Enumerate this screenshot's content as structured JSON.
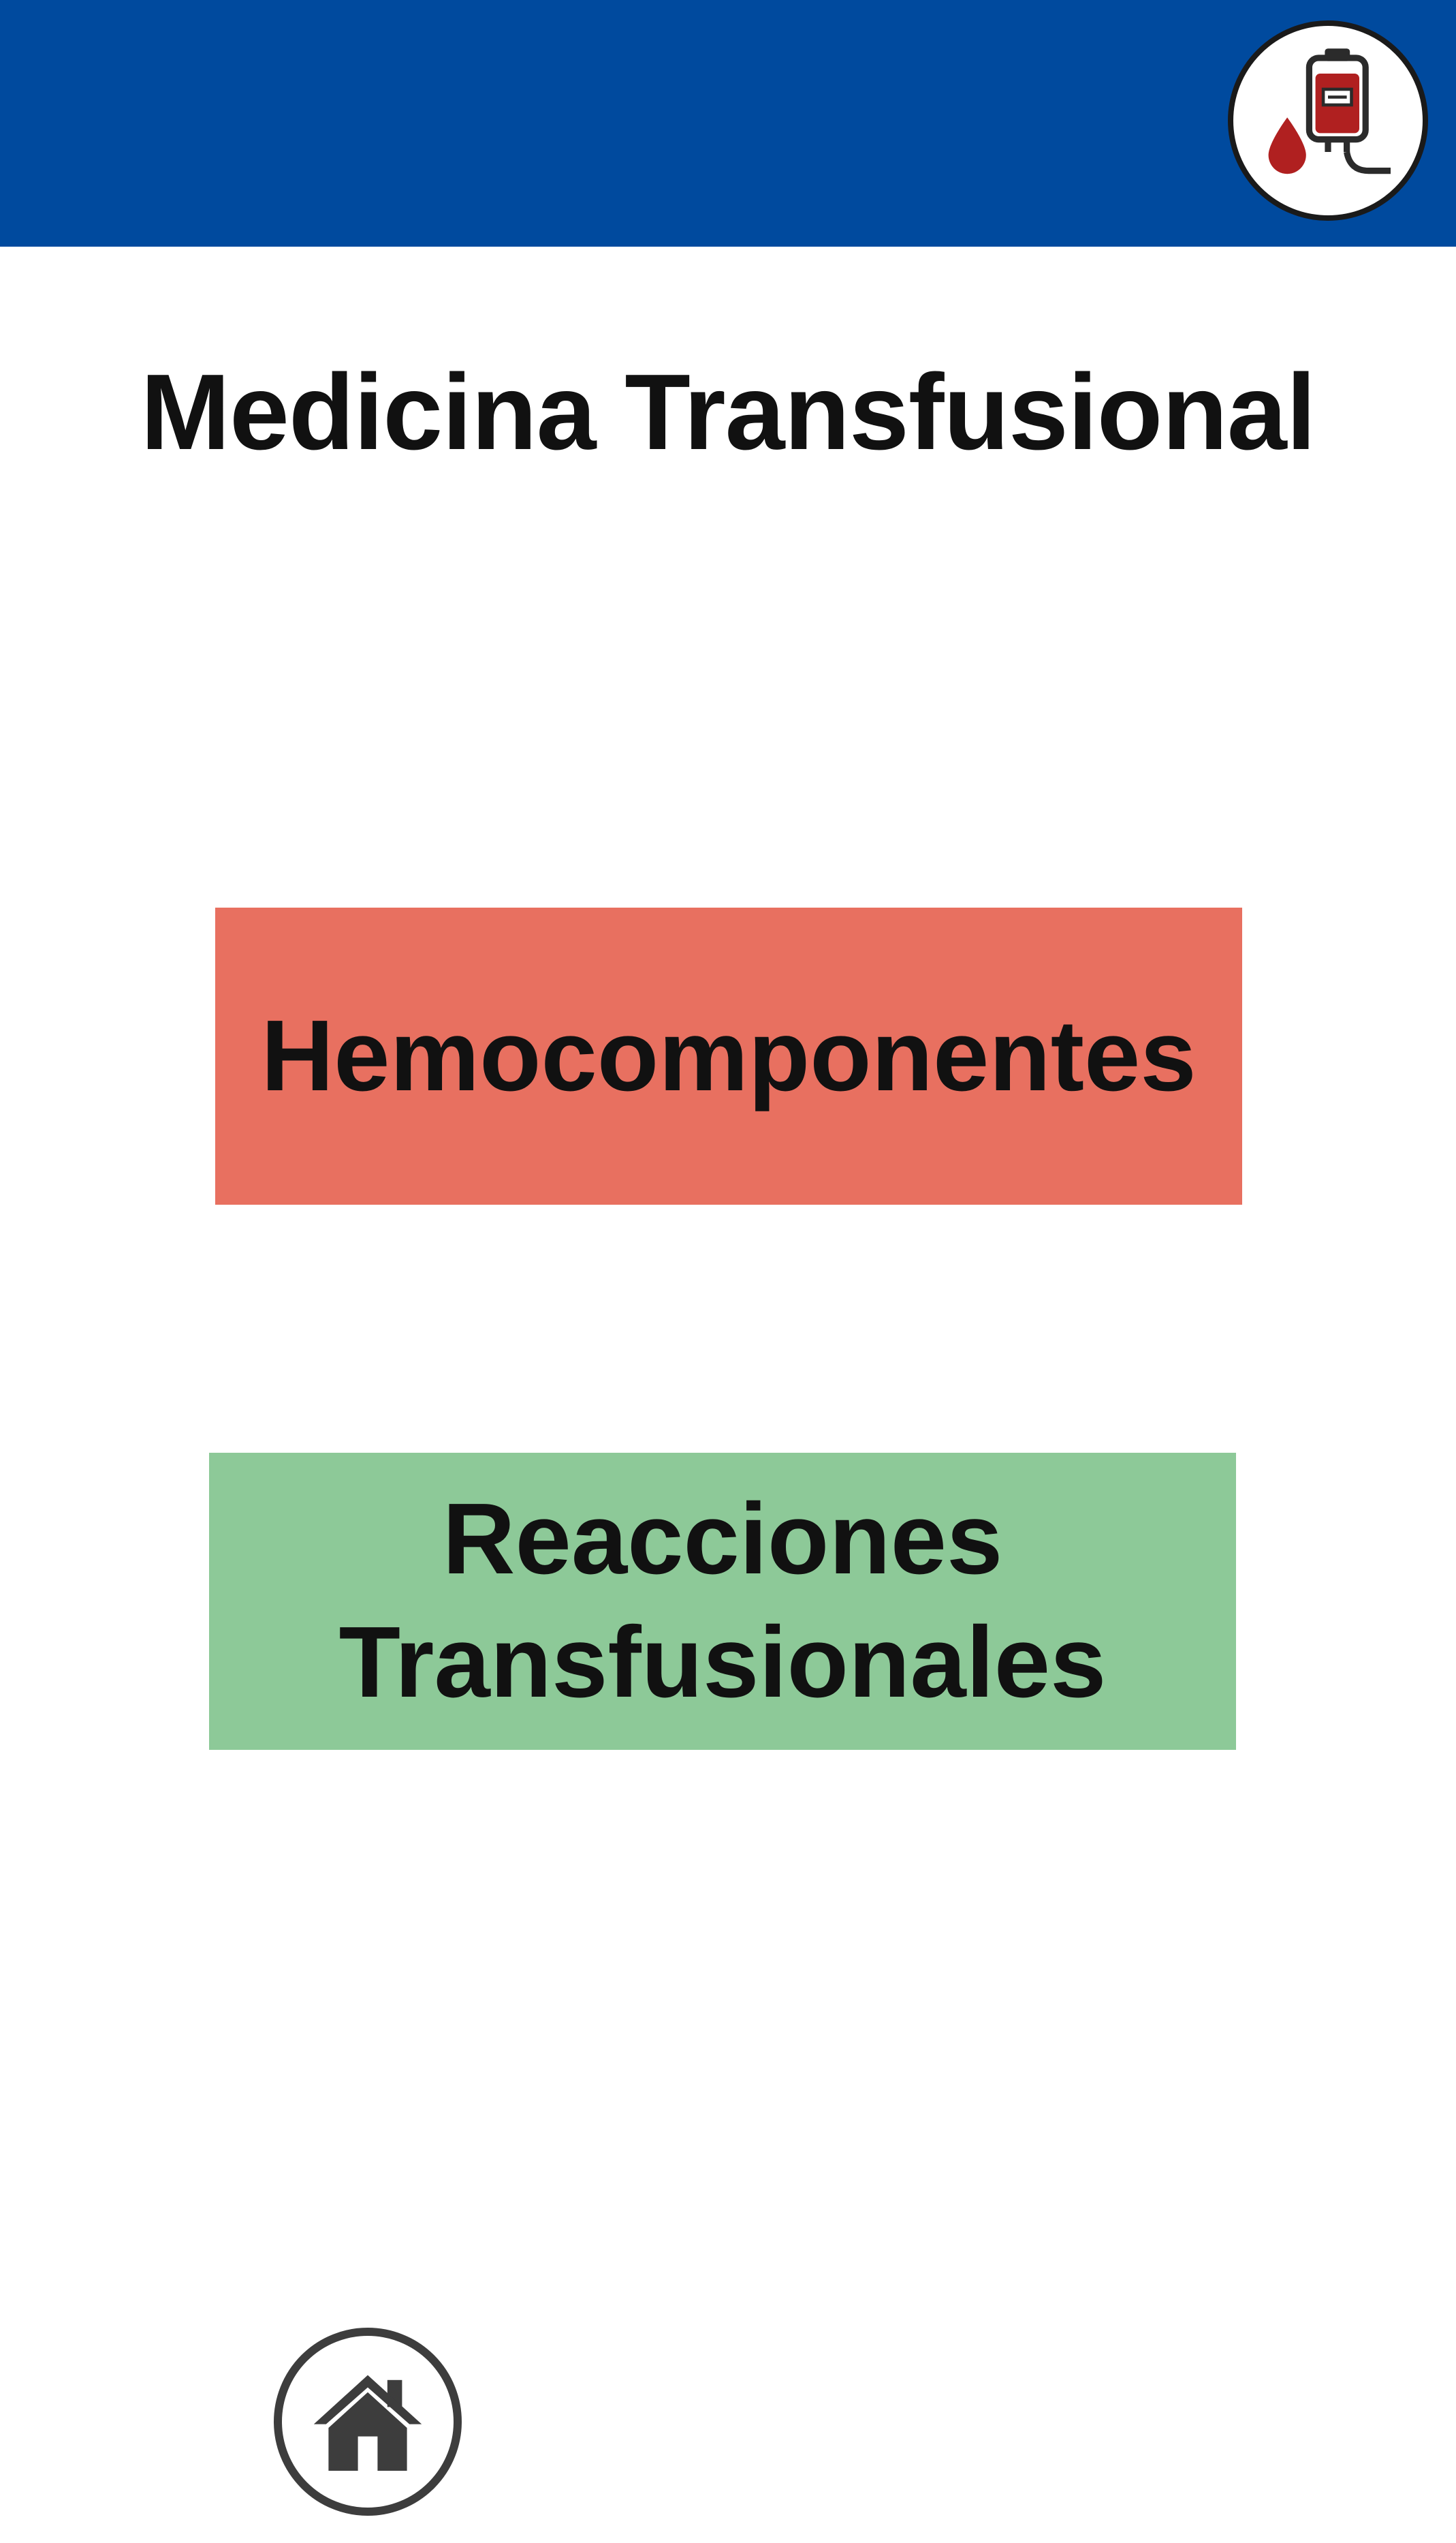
{
  "header": {
    "background_color": "#004a9e",
    "logo_icon": "blood-bag-icon"
  },
  "page": {
    "title": "Medicina Transfusional"
  },
  "menu": {
    "hemocomponentes": {
      "label": "Hemocomponentes",
      "color": "#e87060"
    },
    "reacciones": {
      "label_line1": "Reacciones",
      "label_line2": "Transfusionales",
      "color": "#8dc998"
    }
  },
  "footer": {
    "home_icon": "home-icon"
  }
}
